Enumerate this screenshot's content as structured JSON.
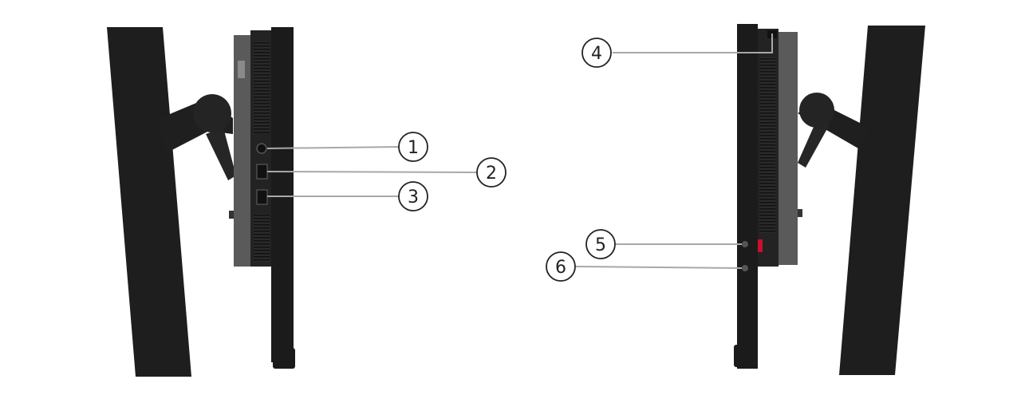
{
  "callouts": [
    {
      "label": "1"
    },
    {
      "label": "2"
    },
    {
      "label": "3"
    },
    {
      "label": "4"
    },
    {
      "label": "5"
    },
    {
      "label": "6"
    }
  ],
  "colors": {
    "stand": "#1e1e1e",
    "monitor_body": "#232323",
    "back_panel": "#5a5a5a",
    "leader_line": "#a8a8a8",
    "power_accent": "#c8102e"
  }
}
